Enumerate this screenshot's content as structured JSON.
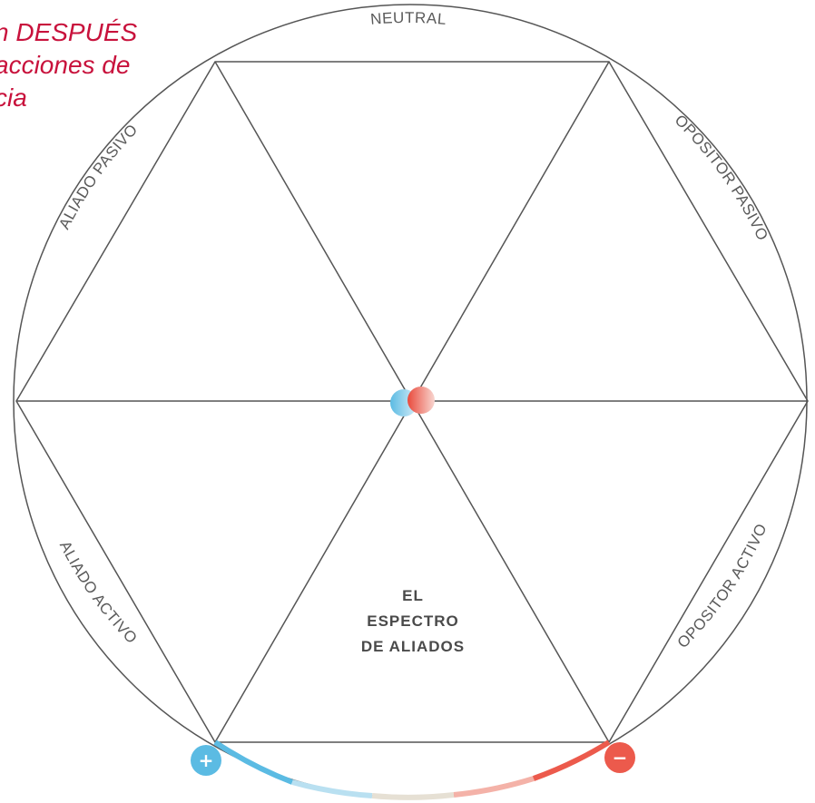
{
  "note": {
    "line1": "n DESPUÉS",
    "line2": "acciones de",
    "line3": "cia"
  },
  "segments": {
    "top": "NEUTRAL",
    "upper_left": "ALIADO PASIVO",
    "upper_right": "OPOSITOR PASIVO",
    "lower_left": "ALIADO ACTIVO",
    "lower_right": "OPOSITOR ACTIVO"
  },
  "center_title": {
    "line1": "EL",
    "line2": "ESPECTRO",
    "line3": "DE ALIADOS"
  },
  "markers": {
    "plus": "+",
    "minus": "−"
  },
  "colors": {
    "line": "#555555",
    "ally_blue": "#5bbbe3",
    "ally_light": "#b9e0f1",
    "neutral": "#e6e0d4",
    "opp_light": "#f4b2a8",
    "opp_red": "#ec5a4c",
    "note_text": "#c8123c"
  }
}
